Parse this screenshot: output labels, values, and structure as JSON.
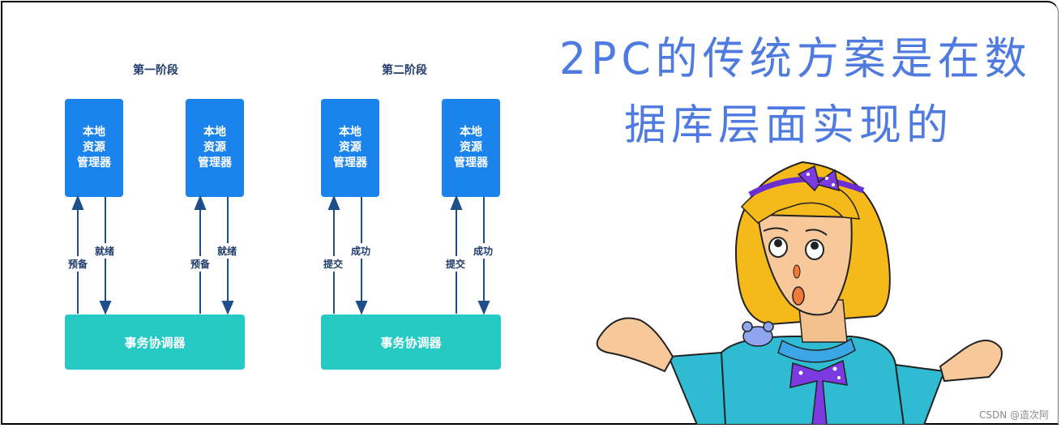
{
  "diagram": {
    "phases": [
      {
        "title": "第一阶段",
        "resource_managers": [
          {
            "lines": [
              "本地",
              "资源",
              "管理器"
            ]
          },
          {
            "lines": [
              "本地",
              "资源",
              "管理器"
            ]
          }
        ],
        "up_label": "预备",
        "down_label": "就绪",
        "coordinator": "事务协调器"
      },
      {
        "title": "第二阶段",
        "resource_managers": [
          {
            "lines": [
              "本地",
              "资源",
              "管理器"
            ]
          },
          {
            "lines": [
              "本地",
              "资源",
              "管理器"
            ]
          }
        ],
        "up_label": "提交",
        "down_label": "成功",
        "coordinator": "事务协调器"
      }
    ],
    "colors": {
      "resource_manager": "#1a84ec",
      "coordinator": "#25cac5",
      "arrow": "#1f4f8a",
      "caption": "#4f7be0"
    }
  },
  "caption": {
    "line1": "2PC的传统方案是在数",
    "line2": "据库层面实现的"
  },
  "illustration": {
    "subject": "cartoon-girl-shrugging"
  },
  "watermark": "CSDN @造次阿"
}
